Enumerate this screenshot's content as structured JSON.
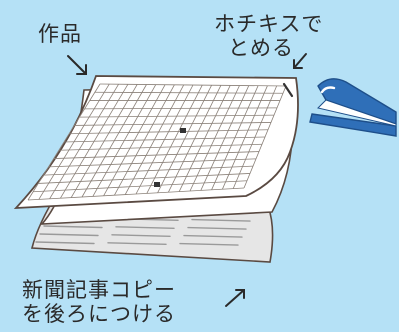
{
  "labels": {
    "artwork": "作品",
    "staple_line1": "ホチキスで",
    "staple_line2": "とめる",
    "newspaper_line1": "新聞記事コピー",
    "newspaper_line2": "を後ろにつける"
  },
  "colors": {
    "background": "#b5e1f6",
    "paper": "#ffffff",
    "outline": "#5a4a42",
    "grid": "#8a8078",
    "back_sheet": "#e6e6e6",
    "text_lines": "#9a9a9a",
    "stapler_blue": "#2f6fb8",
    "stapler_dark": "#1e4f8a",
    "text": "#2a2a2a"
  },
  "icons": {
    "arrows": "arrow-icon",
    "stapler": "stapler-icon"
  }
}
